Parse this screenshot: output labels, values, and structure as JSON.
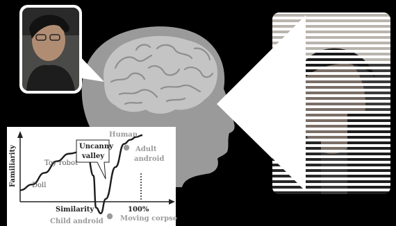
{
  "colors": {
    "background": "#000000",
    "head": "#9a9a9a",
    "brain": "#c4c4c4",
    "brain_lines": "#8e8e8e",
    "projection": "#ffffff",
    "graph_bg": "#ffffff",
    "curve": "#1c1c1c",
    "grey_text": "#9b9b9b",
    "dark_text": "#222222"
  },
  "icons": [
    "person-photo",
    "android-photo",
    "brain-icon",
    "head-silhouette"
  ],
  "graph": {
    "y_axis_label": "Familiarity",
    "x_axis_label": "Similarity",
    "x_max_label": "100%",
    "title": "Uncanny valley",
    "title_line1": "Uncanny",
    "title_line2": "valley",
    "labels": {
      "human": "Human",
      "adult_android": "Adult",
      "adult_android_2": "android",
      "toy_robot": "Toy robot",
      "doll": "Doll",
      "child_android": "Child android",
      "moving_corpse": "Moving corpse"
    }
  },
  "chart_data": {
    "type": "line",
    "title": "Uncanny valley",
    "xlabel": "Similarity",
    "ylabel": "Familiarity",
    "series": [
      {
        "x": [
          0,
          10,
          20,
          30,
          40,
          50,
          55,
          60,
          62,
          66,
          70,
          78,
          85,
          90,
          95,
          100
        ],
        "values": [
          0.05,
          0.15,
          0.35,
          0.55,
          0.68,
          0.72,
          0.65,
          0.3,
          -0.25,
          -0.35,
          -0.1,
          0.45,
          0.85,
          0.92,
          0.97,
          1.0
        ]
      }
    ],
    "annotations": [
      "Doll",
      "Toy robot",
      "Child android",
      "Moving corpse",
      "Adult android",
      "Human"
    ]
  }
}
